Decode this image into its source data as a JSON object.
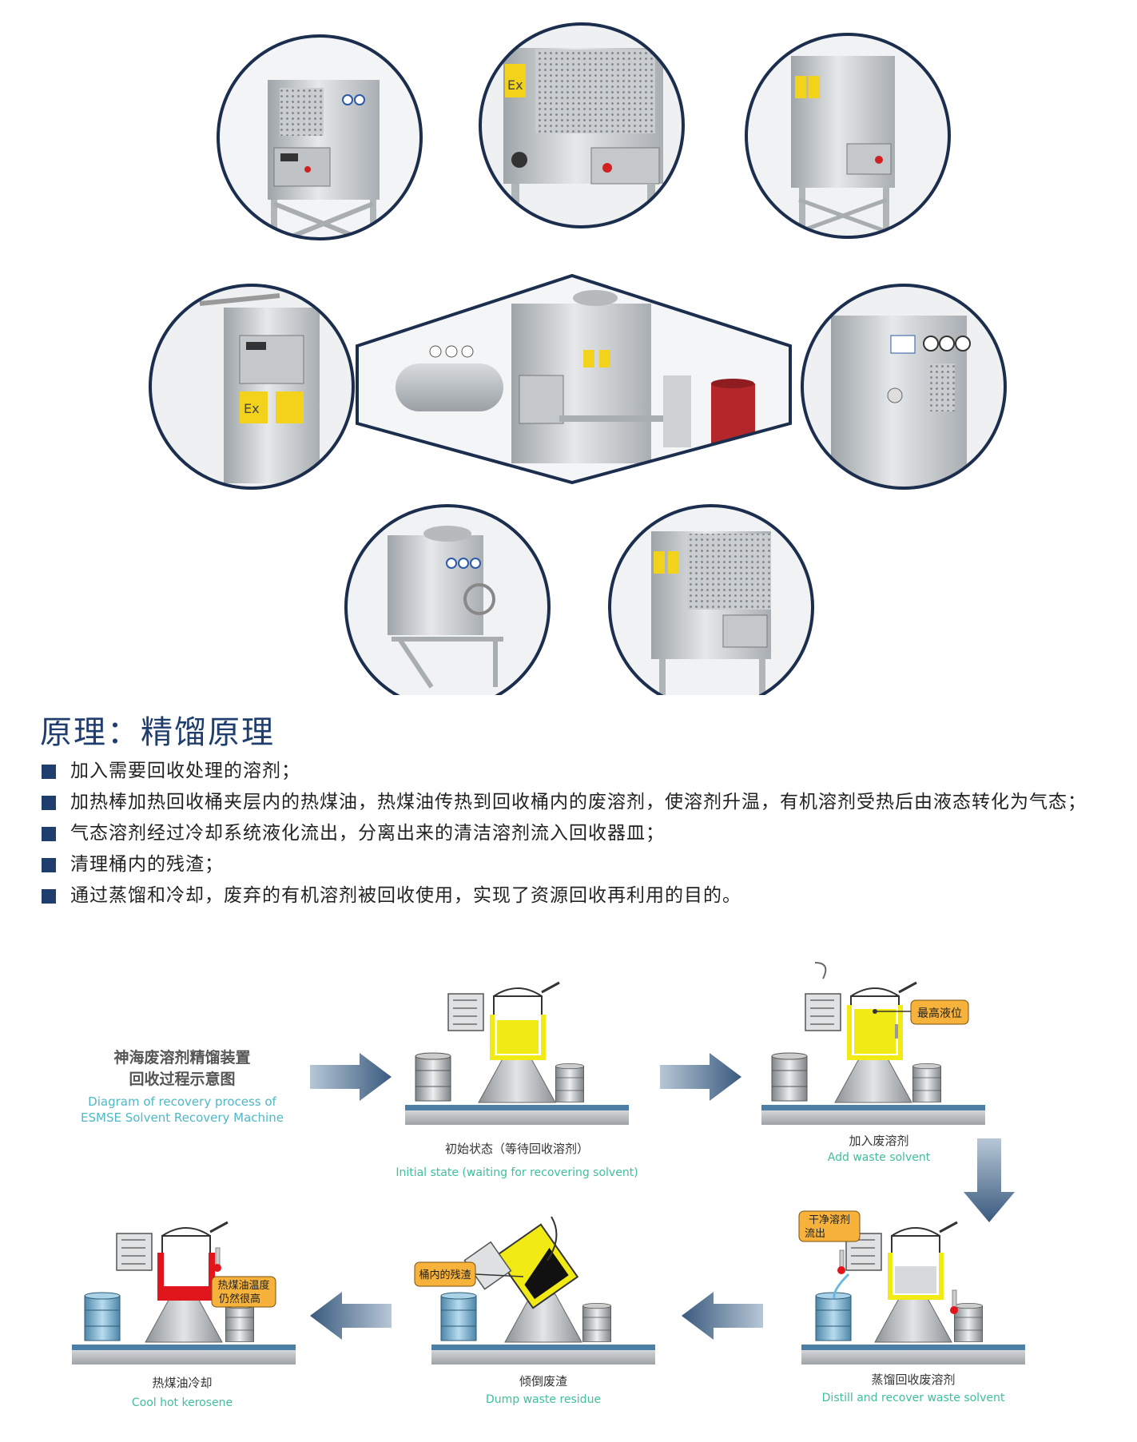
{
  "principle": {
    "title": "原理：精馏原理",
    "bullets": [
      "加入需要回收处理的溶剂；",
      "加热棒加热回收桶夹层内的热煤油，热煤油传热到回收桶内的废溶剂，使溶剂升温，有机溶剂受热后由液态转化为气态；",
      "气态溶剂经过冷却系统液化流出，分离出来的清洁溶剂流入回收器皿；",
      "清理桶内的残渣；",
      "通过蒸馏和冷却，废弃的有机溶剂被回收使用，实现了资源回收再利用的目的。"
    ]
  },
  "diagram": {
    "title_cn_1": "神海废溶剂精馏装置",
    "title_cn_2": "回收过程示意图",
    "title_en_1": "Diagram of recovery process of",
    "title_en_2": "ESMSE Solvent Recovery Machine",
    "steps": [
      {
        "cn": "初始状态（等待回收溶剂）",
        "en": "Initial state (waiting for recovering solvent)"
      },
      {
        "cn": "加入废溶剂",
        "en": "Add waste solvent",
        "tag": "最高液位"
      },
      {
        "cn": "蒸馏回收废溶剂",
        "en": "Distill and recover waste solvent",
        "tag1": "干净溶剂",
        "tag2": "流出"
      },
      {
        "cn": "倾倒废渣",
        "en": "Dump waste residue",
        "tag": "桶内的残渣"
      },
      {
        "cn": "热煤油冷却",
        "en": "Cool hot kerosene",
        "tag1": "热煤油温度",
        "tag2": "仍然很高"
      }
    ]
  },
  "labels": {
    "ex_mark": "Ex"
  },
  "colors": {
    "navy": "#1f3e6e",
    "ring": "#1b2e4d",
    "accent_cyan": "#4fb8c7",
    "step_en_green": "#3fbf9a",
    "liquid_yellow": "#f2ea14",
    "hot_red": "#e0161c",
    "tag_orange": "#f7b23b",
    "barrel_blue": "#6aa9c9"
  }
}
